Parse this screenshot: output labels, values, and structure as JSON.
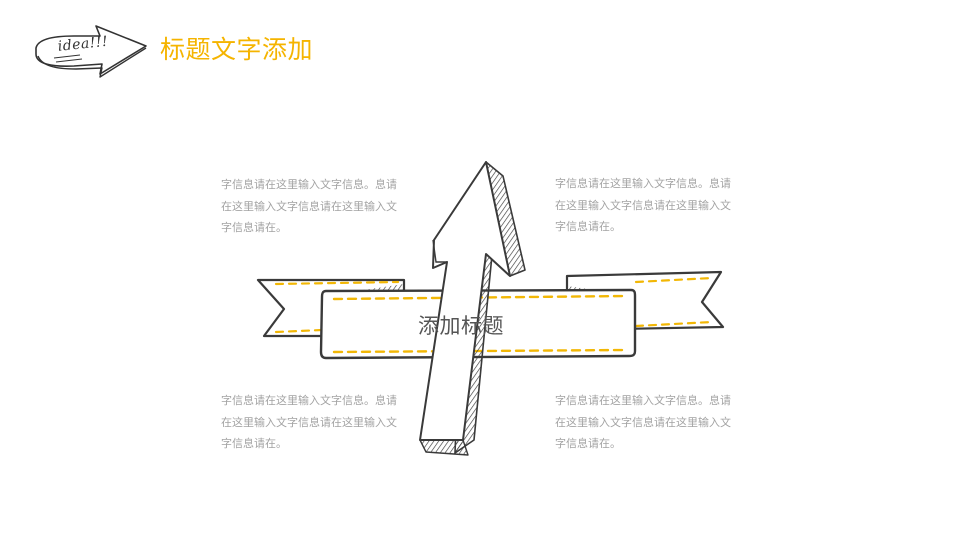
{
  "header": {
    "badge_text": "idea!!!",
    "title": "标题文字添加",
    "title_color": "#f5b400"
  },
  "center": {
    "banner_label": "添加标题",
    "stitch_color": "#f2b705",
    "line_color": "#3a3a3a"
  },
  "blocks": [
    {
      "text": "字信息请在这里输入文字信息。息请在这里输入文字信息请在这里输入文字信息请在。"
    },
    {
      "text": "字信息请在这里输入文字信息。息请在这里输入文字信息请在这里输入文字信息请在。"
    },
    {
      "text": "字信息请在这里输入文字信息。息请在这里输入文字信息请在这里输入文字信息请在。"
    },
    {
      "text": "字信息请在这里输入文字信息。息请在这里输入文字信息请在这里输入文字信息请在。"
    }
  ]
}
